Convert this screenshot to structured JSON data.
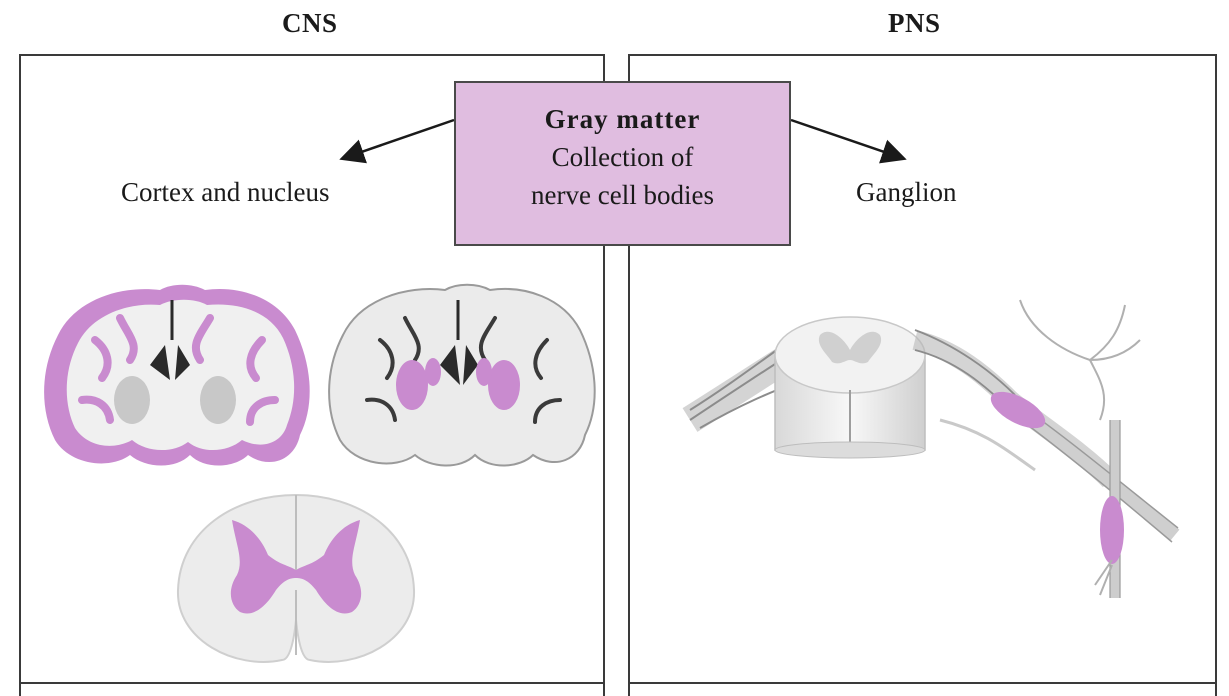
{
  "headings": {
    "cns": "CNS",
    "pns": "PNS"
  },
  "callout": {
    "title": "Gray matter",
    "line1": "Collection of",
    "line2": "nerve cell bodies"
  },
  "labels": {
    "cns": "Cortex and nucleus",
    "pns": "Ganglion"
  },
  "colors": {
    "gray_matter_highlight": "#c98bcf",
    "callout_fill": "#e0bde0",
    "tissue_white": "#f0f0f0",
    "tissue_gray": "#c8c8c8",
    "ventricle": "#2a2a2a",
    "border": "#3a3a3a"
  },
  "illustrations": [
    "brain-coronal-section-cortex-highlighted",
    "brain-coronal-section-nucleus-highlighted",
    "spinal-cord-cross-section-gray-matter-highlighted",
    "spinal-cord-with-nerve-roots-and-ganglia"
  ]
}
